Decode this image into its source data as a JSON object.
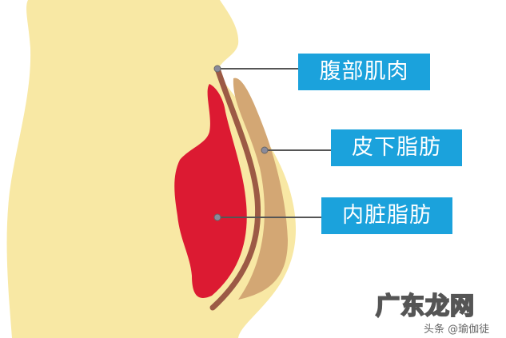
{
  "labels": {
    "abdominal_muscle": "腹部肌肉",
    "subcutaneous_fat": "皮下脂肪",
    "visceral_fat": "内脏脂肪"
  },
  "watermark": {
    "logo": "广东龙网",
    "source": "头条 @瑜伽徒"
  },
  "colors": {
    "body": "#f8e8a4",
    "visceral_fat": "#dc1a32",
    "muscle": "#9c5a45",
    "subcutaneous_fat": "#d3a774",
    "label_bg": "#1ba2dc",
    "pointer": "#555555"
  }
}
